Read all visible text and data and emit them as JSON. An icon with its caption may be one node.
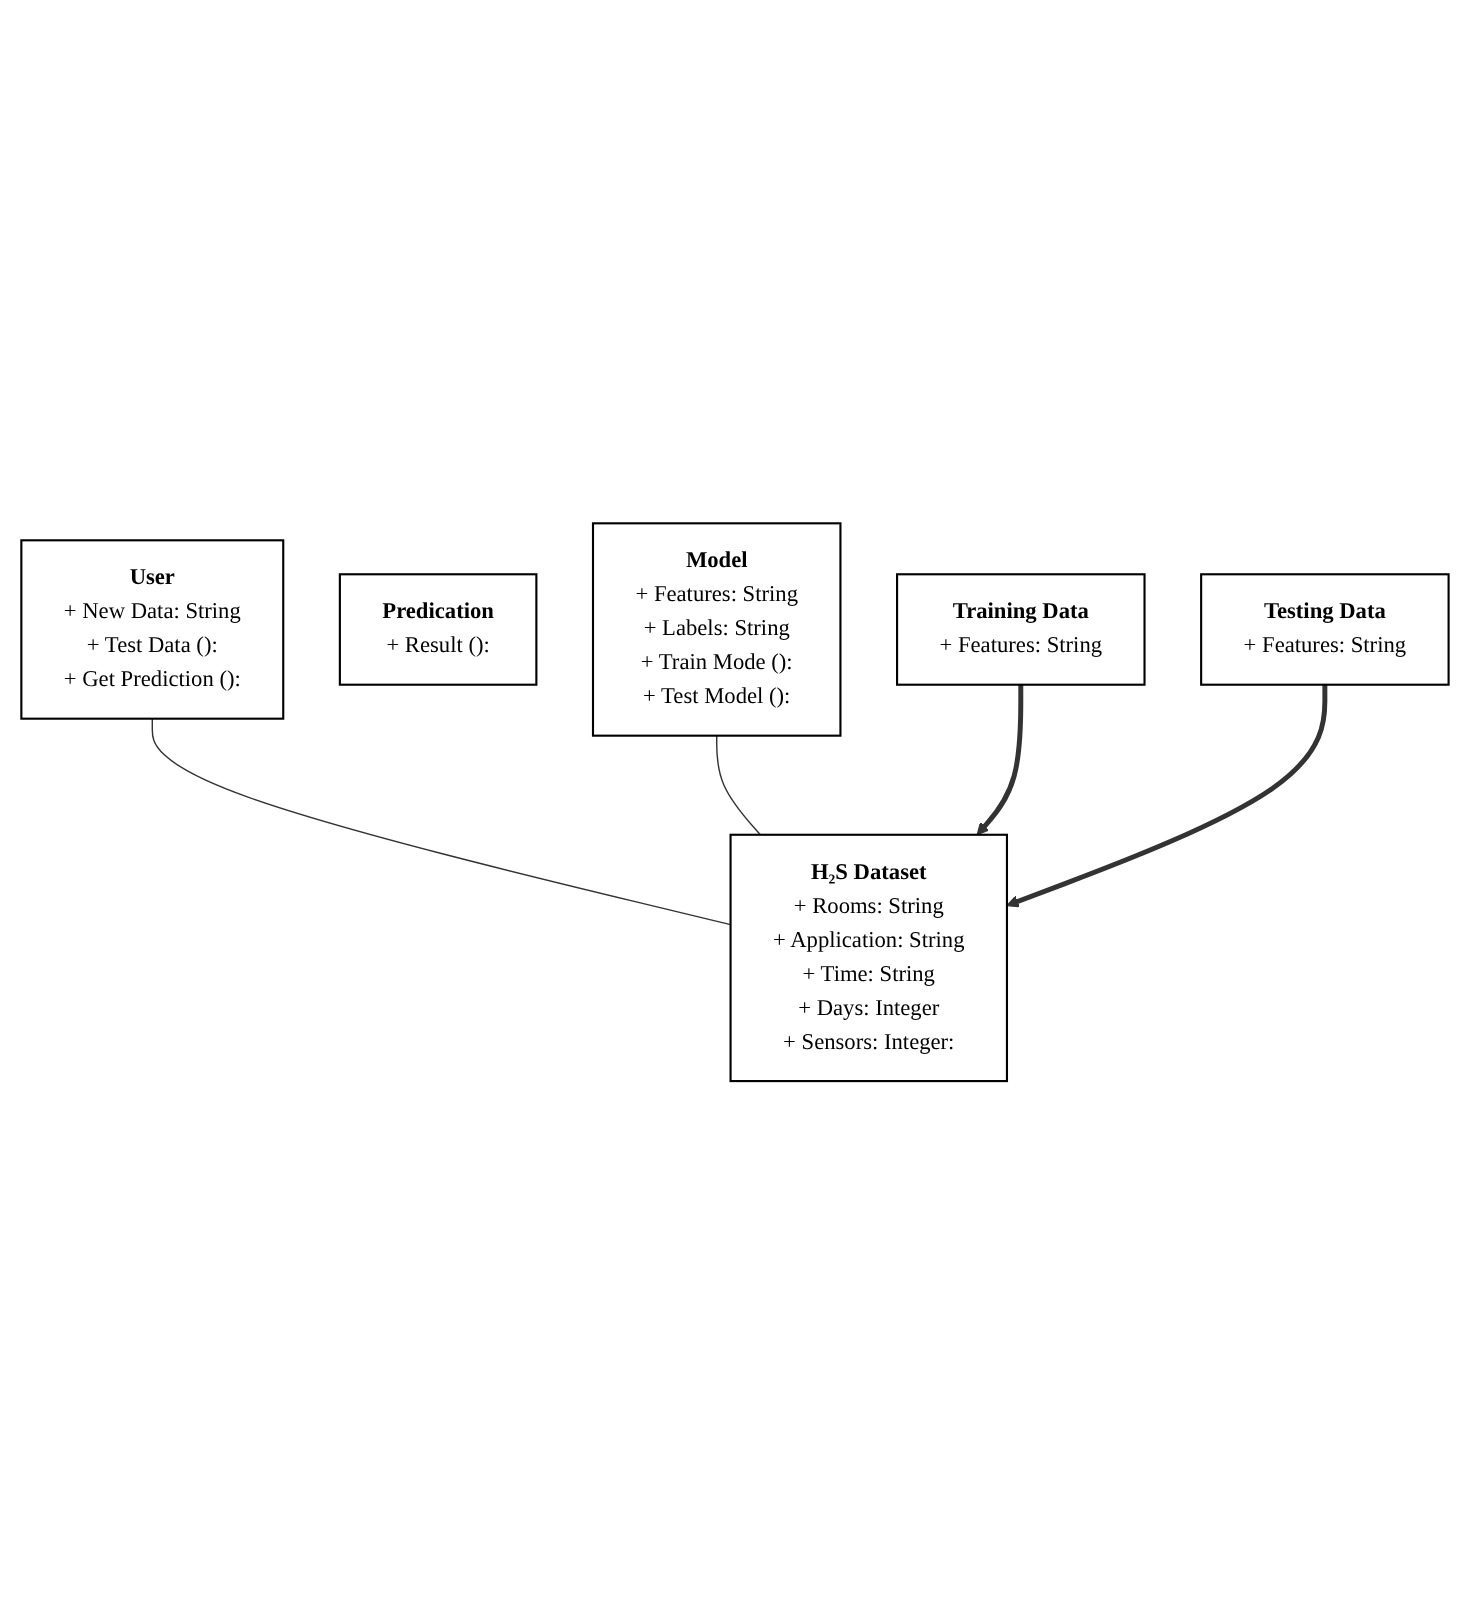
{
  "diagram": {
    "nodes": [
      {
        "text": [
          "User",
          "+ New Data: String",
          "+ Test Data ():",
          "+ Get Prediction ():"
        ]
      },
      {
        "text": [
          "Predication",
          "+ Result ():"
        ]
      },
      {
        "text": [
          "Model",
          "+ Features: String",
          "+ Labels: String",
          "+ Train Mode ():",
          "+ Test Model ():"
        ]
      },
      {
        "text": [
          "H₂S Dataset",
          "+ Rooms: String",
          "+ Application: String",
          "+ Time: String",
          "+ Days: Integer",
          "+ Sensors: Integer:"
        ]
      },
      {
        "text": [
          "Training Data",
          "+ Features: String"
        ]
      },
      {
        "text": [
          "Testing Data",
          "+ Features: String"
        ]
      }
    ],
    "edges": [
      {
        "from": 0,
        "to": 3,
        "arrow": "none"
      },
      {
        "from": 2,
        "to": 3,
        "arrow": "none"
      },
      {
        "from": 4,
        "to": 3,
        "arrow": "to",
        "style": "thick"
      },
      {
        "from": 5,
        "to": 3,
        "arrow": "to",
        "style": "thick"
      }
    ]
  }
}
